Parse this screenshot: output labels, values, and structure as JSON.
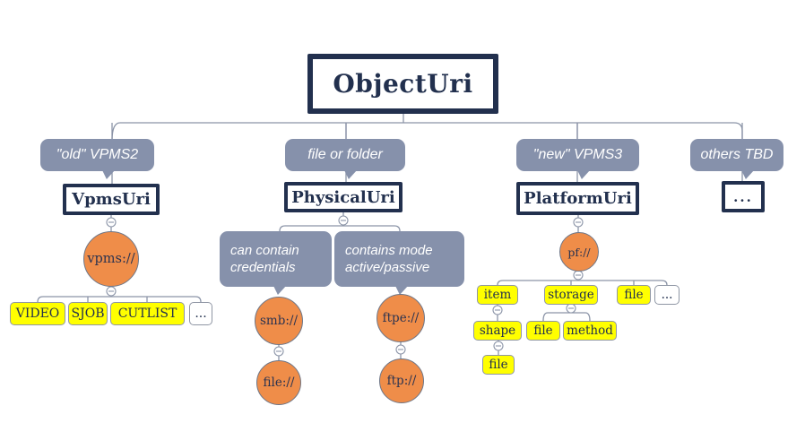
{
  "diagram": {
    "root": {
      "label": "ObjectUri"
    },
    "branch_vpms2": {
      "callout": "\"old\" VPMS2",
      "class_name": "VpmsUri",
      "scheme": "vpms://",
      "leaves": [
        "VIDEO",
        "SJOB",
        "CUTLIST",
        "..."
      ]
    },
    "branch_physical": {
      "callout": "file or folder",
      "class_name": "PhysicalUri",
      "note_smb": "can contain credentials",
      "note_ftpe": "contains mode active/passive",
      "scheme_smb": "smb://",
      "scheme_ftpe": "ftpe://",
      "scheme_file": "file://",
      "scheme_ftp": "ftp://"
    },
    "branch_platform": {
      "callout": "\"new\" VPMS3",
      "class_name": "PlatformUri",
      "scheme": "pf://",
      "leaf_item": "item",
      "leaf_storage": "storage",
      "leaf_file": "file",
      "leaf_more": "...",
      "leaf_shape": "shape",
      "leaf_storage_file": "file",
      "leaf_method": "method",
      "leaf_shape_file": "file"
    },
    "branch_others": {
      "callout": "others TBD",
      "class_name": "..."
    },
    "colors": {
      "navy": "#22304e",
      "callout_gray": "#8691ab",
      "orange": "#ef8d49",
      "leaf_yellow": "#ffff00",
      "connector": "#8c95a8"
    }
  }
}
